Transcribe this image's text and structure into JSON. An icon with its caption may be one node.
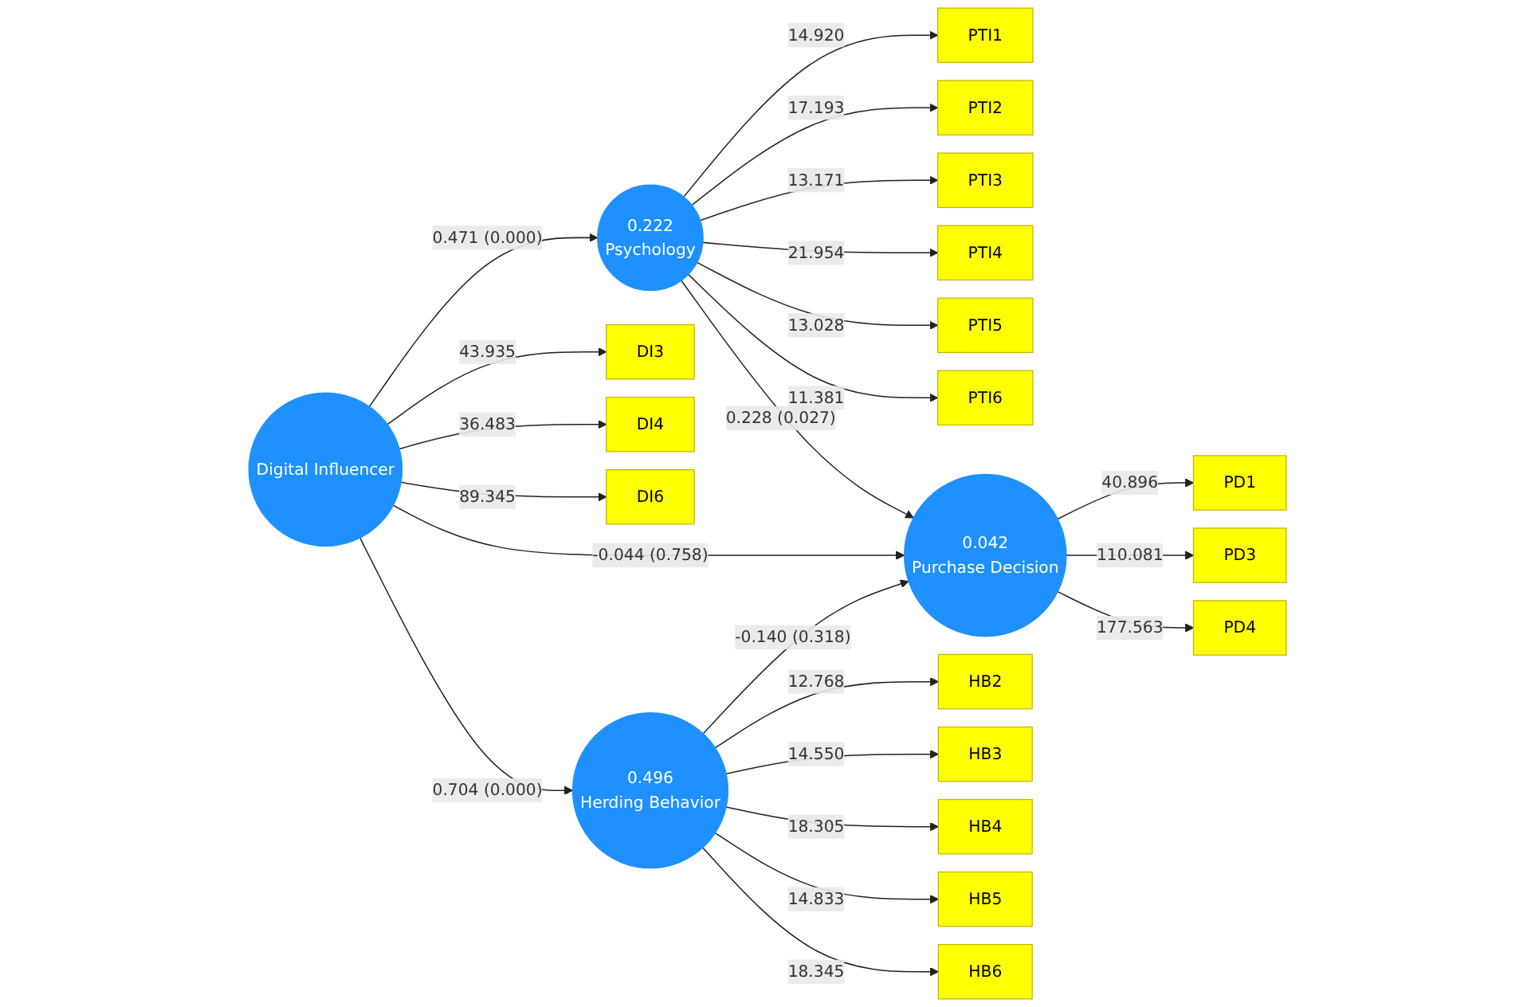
{
  "diagram": {
    "nodes": [
      {
        "text": [
          "PTI1"
        ]
      },
      {
        "text": [
          "PTI2"
        ]
      },
      {
        "text": [
          "PTI3"
        ]
      },
      {
        "text": [
          "PTI4"
        ]
      },
      {
        "text": [
          "PTI5"
        ]
      },
      {
        "text": [
          "PTI6"
        ]
      },
      {
        "text": [
          "0.222",
          "Psychology"
        ]
      },
      {
        "text": [
          "DI3"
        ]
      },
      {
        "text": [
          "DI4"
        ]
      },
      {
        "text": [
          "DI6"
        ]
      },
      {
        "text": [
          "Digital Influencer"
        ]
      },
      {
        "text": [
          "PD1"
        ]
      },
      {
        "text": [
          "PD3"
        ]
      },
      {
        "text": [
          "PD4"
        ]
      },
      {
        "text": [
          "0.042",
          "Purchase Decision"
        ]
      },
      {
        "text": [
          "0.496",
          "Herding Behavior"
        ]
      },
      {
        "text": [
          "HB2"
        ]
      },
      {
        "text": [
          "HB3"
        ]
      },
      {
        "text": [
          "HB4"
        ]
      },
      {
        "text": [
          "HB5"
        ]
      },
      {
        "text": [
          "HB6"
        ]
      }
    ],
    "edges": [
      {
        "from": 6,
        "to": 0,
        "arrow": "to",
        "label": "14.920"
      },
      {
        "from": 6,
        "to": 1,
        "arrow": "to",
        "label": "17.193"
      },
      {
        "from": 6,
        "to": 2,
        "arrow": "to",
        "label": "13.171"
      },
      {
        "from": 6,
        "to": 3,
        "arrow": "to",
        "label": "21.954"
      },
      {
        "from": 6,
        "to": 4,
        "arrow": "to",
        "label": "13.028"
      },
      {
        "from": 6,
        "to": 5,
        "arrow": "to",
        "label": "11.381"
      },
      {
        "from": 10,
        "to": 7,
        "arrow": "to",
        "label": "43.935"
      },
      {
        "from": 10,
        "to": 8,
        "arrow": "to",
        "label": "36.483"
      },
      {
        "from": 10,
        "to": 9,
        "arrow": "to",
        "label": "89.345"
      },
      {
        "from": 14,
        "to": 11,
        "arrow": "to",
        "label": "40.896"
      },
      {
        "from": 14,
        "to": 12,
        "arrow": "to",
        "label": "110.081"
      },
      {
        "from": 14,
        "to": 13,
        "arrow": "to",
        "label": "177.563"
      },
      {
        "from": 15,
        "to": 16,
        "arrow": "to",
        "label": "12.768"
      },
      {
        "from": 15,
        "to": 17,
        "arrow": "to",
        "label": "14.550"
      },
      {
        "from": 15,
        "to": 18,
        "arrow": "to",
        "label": "18.305"
      },
      {
        "from": 15,
        "to": 19,
        "arrow": "to",
        "label": "14.833"
      },
      {
        "from": 15,
        "to": 20,
        "arrow": "to",
        "label": "18.345"
      },
      {
        "from": 10,
        "to": 6,
        "arrow": "to",
        "label": "0.471 (0.000)"
      },
      {
        "from": 6,
        "to": 14,
        "arrow": "to",
        "label": "0.228 (0.027)"
      },
      {
        "from": 10,
        "to": 14,
        "arrow": "to",
        "label": "-0.044 (0.758)"
      },
      {
        "from": 10,
        "to": 15,
        "arrow": "to",
        "label": "0.704 (0.000)"
      },
      {
        "from": 15,
        "to": 14,
        "arrow": "to",
        "label": "-0.140 (0.318)"
      }
    ]
  }
}
